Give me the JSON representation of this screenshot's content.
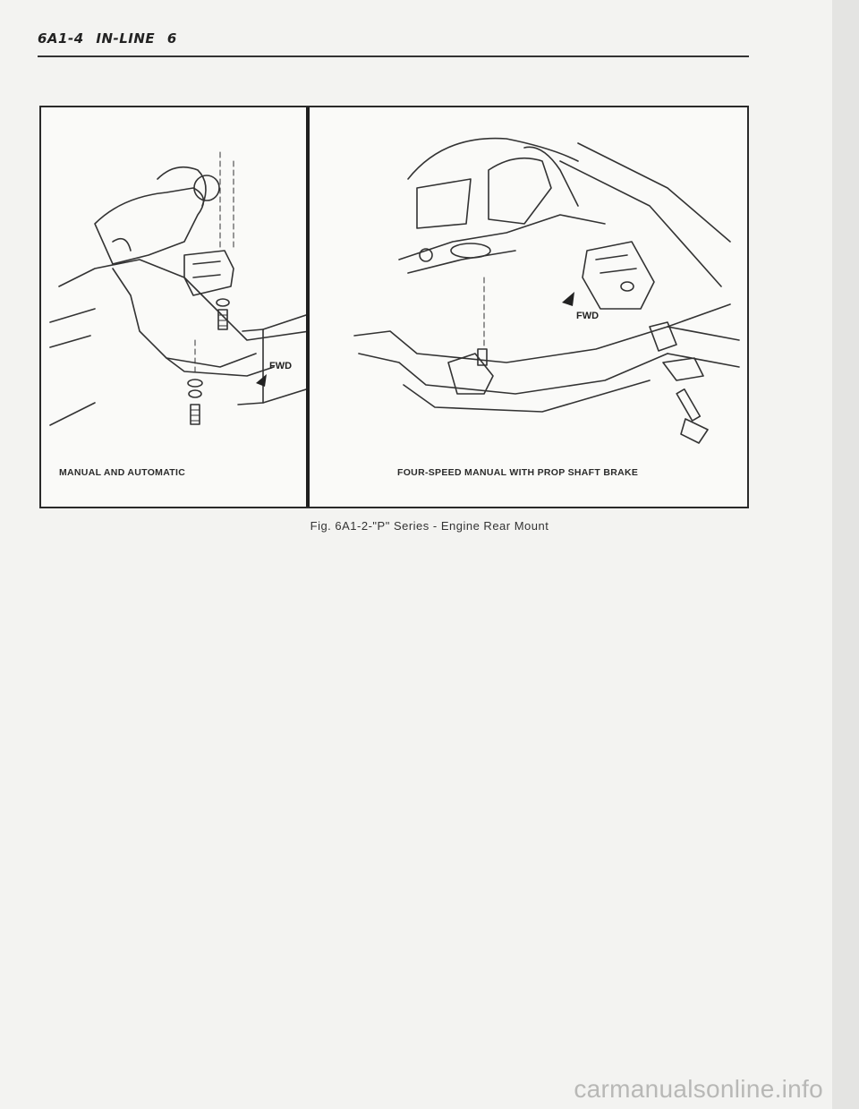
{
  "header": {
    "title": "6A1-4    IN-LINE 6"
  },
  "figure": {
    "left_panel": {
      "caption": "MANUAL AND AUTOMATIC",
      "fwd_label": "FWD"
    },
    "right_panel": {
      "caption": "FOUR-SPEED MANUAL WITH PROP SHAFT BRAKE",
      "fwd_label": "FWD"
    },
    "caption": "Fig. 6A1-2-\"P\" Series - Engine Rear Mount"
  },
  "watermark": "carmanualsonline.info"
}
